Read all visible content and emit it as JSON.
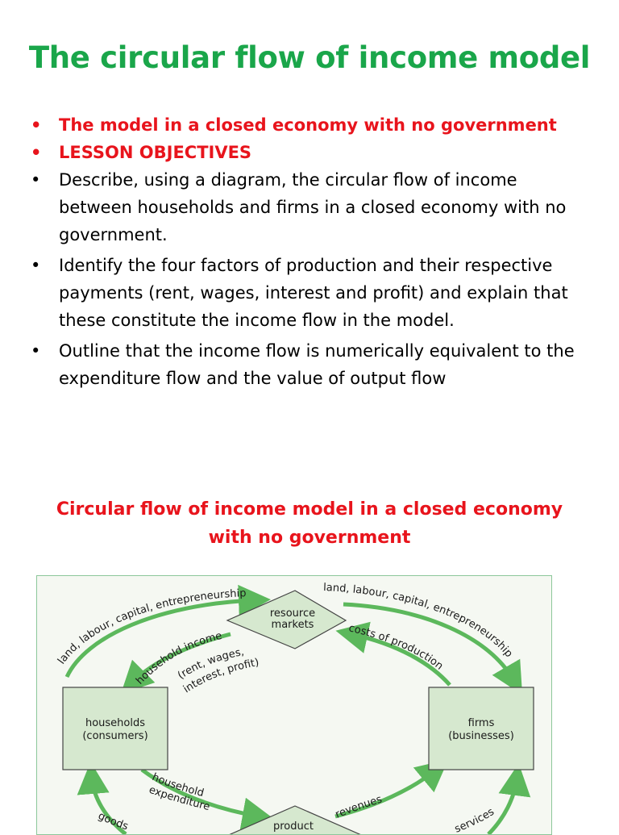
{
  "title": "The circular flow of income model",
  "bullets": [
    {
      "text": "The model in a closed economy with no government",
      "style": "red"
    },
    {
      "text": "LESSON OBJECTIVES",
      "style": "red"
    },
    {
      "text": " Describe, using a diagram, the circular flow of income between households and firms in a closed economy with no government.",
      "style": "normal"
    },
    {
      "text": " Identify the four factors of production and their respective payments (rent, wages, interest and profit) and explain that these constitute the income flow in the model.",
      "style": "normal"
    },
    {
      "text": "Outline that the income flow is numerically equivalent to the expenditure flow and the value of output flow",
      "style": "normal"
    }
  ],
  "bullet_glyph": "•",
  "subtitle_line1": "Circular flow of income model in a closed economy",
  "subtitle_line2": "with no government",
  "diagram": {
    "households_line1": "households",
    "households_line2": "(consumers)",
    "firms_line1": "firms",
    "firms_line2": "(businesses)",
    "resource_line1": "resource",
    "resource_line2": "markets",
    "product_line1": "product",
    "flow_left_top": "land, labour, capital, entrepreneurship",
    "flow_right_top": "land, labour, capital, entrepreneurship",
    "household_income": "household income",
    "income_detail_1": "(rent, wages,",
    "income_detail_2": "interest, profit)",
    "costs_of_production": "costs of production",
    "household_expenditure_1": "household",
    "household_expenditure_2": "expenditure",
    "revenues": "revenues",
    "goods": "goods",
    "services": "services"
  },
  "colors": {
    "title_green": "#1aa64a",
    "red": "#e8141c",
    "arrow_green": "#5cb85c",
    "box_fill": "#d6e8cf",
    "box_border": "#444444"
  }
}
